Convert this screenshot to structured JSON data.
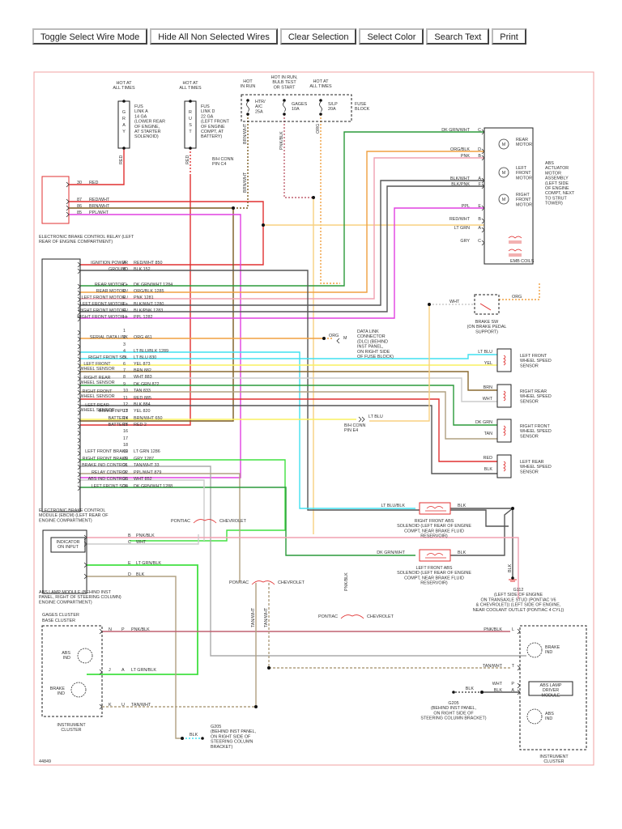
{
  "toolbar": {
    "buttons": [
      {
        "id": "toggle",
        "label": "Toggle Select Wire Mode"
      },
      {
        "id": "hide",
        "label": "Hide All Non Selected Wires"
      },
      {
        "id": "clear",
        "label": "Clear Selection"
      },
      {
        "id": "color",
        "label": "Select Color"
      },
      {
        "id": "search",
        "label": "Search Text"
      },
      {
        "id": "print",
        "label": "Print"
      }
    ]
  },
  "colors": {
    "frame": "#f0a0a0",
    "red": "#e03030",
    "pink": "#f0a0b0",
    "pnkblk": "#c06070",
    "brnwht": "#7a5a20",
    "ppl": "#e040e0",
    "dkgrn": "#2a9a3a",
    "ltgrn": "#40e040",
    "org": "#f0a040",
    "yel": "#f8f060",
    "ltblu": "#40e0f0",
    "gray": "#555555",
    "wht": "#cccccc",
    "tan": "#b0a080",
    "brn": "#8a6a30",
    "gry": "#aaaaaa",
    "redwht": "#f8d080"
  },
  "top": {
    "hot_gray": [
      "HOT AT",
      "ALL TIMES"
    ],
    "hot_rust": [
      "HOT AT",
      "ALL TIMES"
    ],
    "hot_run": [
      "HOT",
      "IN RUN"
    ],
    "hot_bulb": [
      "HOT IN RUN,",
      "BULB TEST",
      "OR START"
    ],
    "hot_slp": [
      "HOT AT",
      "ALL TIMES"
    ],
    "fus_a": [
      "FUS",
      "LINK A",
      "14 GA",
      "(LOWER REAR",
      "OF ENGINE,",
      "AT STARTER",
      "SOLENOID)"
    ],
    "fus_d": [
      "FUS",
      "LINK D",
      "22 GA",
      "(LEFT FRONT",
      "OF ENGINE",
      "COMPT, AT",
      "BATTERY)"
    ],
    "fuse_gray_letters": [
      "G",
      "R",
      "A",
      "Y"
    ],
    "fuse_rust_letters": [
      "R",
      "U",
      "S",
      "T"
    ],
    "fuse1": [
      "HTR/",
      "A/C",
      "25A"
    ],
    "fuse2": [
      "GAGES",
      "10A"
    ],
    "fuse3": [
      "S/LP",
      "20A"
    ],
    "fuse_block": [
      "FUSE",
      "BLOCK"
    ],
    "wire_red": "RED",
    "wire_red2": "RED",
    "wire_brnwht": "BRN/WHT",
    "wire_pnkblk": "PNK/BLK",
    "wire_org": "ORG",
    "bh_c4": [
      "B/H CONN",
      "PIN C4"
    ]
  },
  "relay": {
    "pins": [
      {
        "num": "30",
        "wire": "RED"
      },
      {
        "num": "87",
        "wire": "RED/WHT"
      },
      {
        "num": "86",
        "wire": "BRN/WHT"
      },
      {
        "num": "85",
        "wire": "PPL/WHT"
      }
    ],
    "caption": [
      "ELECTRONIC BRAKE CONTROL RELAY (LEFT",
      "REAR OF ENGINE COMPARTMENT)"
    ]
  },
  "actuator": {
    "pins": [
      {
        "wire": "DK GRN/WHT",
        "pin": "C"
      },
      {
        "wire": "ORG/BLK",
        "pin": "D"
      },
      {
        "wire": "PNK",
        "pin": "B"
      },
      {
        "wire": "BLK/WHT",
        "pin": "A"
      },
      {
        "wire": "BLK/PNK",
        "pin": "F"
      },
      {
        "wire": "PPL",
        "pin": "E"
      },
      {
        "wire": "RED/WHT",
        "pin": "B"
      },
      {
        "wire": "LT GRN",
        "pin": "A"
      },
      {
        "wire": "GRY",
        "pin": "C"
      }
    ],
    "rear_motor": [
      "REAR",
      "MOTOR"
    ],
    "lf_motor": [
      "LEFT",
      "FRONT",
      "MOTOR"
    ],
    "rf_motor": [
      "RIGHT",
      "FRONT",
      "MOTOR"
    ],
    "motor_symbol": "M",
    "emb": "EMB COILS",
    "caption": [
      "ABS",
      "ACTUATOR",
      "MOTOR",
      "ASSEMBLY",
      "(LEFT SIDE",
      "OF ENGINE",
      "COMPT, NEXT",
      "TO STRUT",
      "TOWER)"
    ]
  },
  "ebcm": {
    "rows": [
      {
        "label": "IGNITION POWER",
        "pin": "A",
        "wire": "RED/WHT 850"
      },
      {
        "label": "GROUND",
        "pin": "B",
        "wire": "BLK 152"
      },
      {
        "label": "REAR MOTOR +",
        "pin": "C",
        "wire": "DK GRN/WHT 1284"
      },
      {
        "label": "REAR MOTOR /",
        "pin": "D",
        "wire": "ORG/BLK 1285"
      },
      {
        "label": "LEFT FRONT MOTOR /",
        "pin": "E",
        "wire": "PNK 1281"
      },
      {
        "label": "LEFT FRONT MOTOR +",
        "pin": "F",
        "wire": "BLK/WHT 1280"
      },
      {
        "label": "RIGHT FRONT MOTOR /",
        "pin": "G",
        "wire": "BLK/PNK 1283"
      },
      {
        "label": "RIGHT FRONT MOTOR +",
        "pin": "H",
        "wire": "PPL 1282"
      },
      {
        "label": "",
        "pin": "1",
        "wire": ""
      },
      {
        "label": "SERIAL DATA LINK",
        "pin": "2",
        "wire": "ORG 461"
      },
      {
        "label": "",
        "pin": "3",
        "wire": ""
      },
      {
        "label": "",
        "pin": "4",
        "wire": "LT BLU/BLK 1289"
      },
      {
        "label": "RIGHT FRONT SOL",
        "pin": "5",
        "wire": "LT BLU 830"
      },
      {
        "label": "",
        "pin": "6",
        "wire": "YEL 873"
      },
      {
        "label": "",
        "pin": "7",
        "wire": "BRN 882"
      },
      {
        "label": "",
        "pin": "8",
        "wire": "WHT 883"
      },
      {
        "label": "",
        "pin": "9",
        "wire": "DK GRN 872"
      },
      {
        "label": "",
        "pin": "10",
        "wire": "TAN 833"
      },
      {
        "label": "",
        "pin": "11",
        "wire": "RED 885"
      },
      {
        "label": "",
        "pin": "12",
        "wire": "BLK 884"
      },
      {
        "label": "BRAKE INPUT",
        "pin": "13",
        "wire": "YEL 820"
      },
      {
        "label": "BATTERY",
        "pin": "14",
        "wire": "BRN/WHT 650"
      },
      {
        "label": "BATTERY",
        "pin": "15",
        "wire": "RED 2"
      },
      {
        "label": "",
        "pin": "16",
        "wire": ""
      },
      {
        "label": "",
        "pin": "17",
        "wire": ""
      },
      {
        "label": "",
        "pin": "18",
        "wire": ""
      },
      {
        "label": "LEFT FRONT BRAKE",
        "pin": "19",
        "wire": "LT GRN 1286"
      },
      {
        "label": "RIGHT FRONT BRAKE",
        "pin": "20",
        "wire": "GRY 1287"
      },
      {
        "label": "BRAKE IND CONTROL",
        "pin": "21",
        "wire": "TAN/WHT 33"
      },
      {
        "label": "RELAY CONTROL",
        "pin": "22",
        "wire": "PPL/WHT 879"
      },
      {
        "label": "ABS IND CONTROL",
        "pin": "23",
        "wire": "WHT 852"
      },
      {
        "label": "LEFT FRONT SOL",
        "pin": "24",
        "wire": "DK GRN/WHT 1288"
      }
    ],
    "sensor_groups": [
      [
        "LEFT FRONT",
        "WHEEL SENSOR"
      ],
      [
        "RIGHT REAR",
        "WHEEL SENSOR"
      ],
      [
        "RIGHT FRONT",
        "WHEEL SENSOR"
      ],
      [
        "LEFT REAR",
        "WHEEL SENSOR"
      ]
    ],
    "caption": [
      "ELECTRONIC BRAKE CONTROL",
      "MODULE (EBCM) (LEFT REAR OF",
      "ENGINE COMPARTMENT)"
    ]
  },
  "brake_sw": {
    "wire_wht": "WHT",
    "wire_org": "ORG",
    "caption": [
      "BRAKE SW",
      "(ON BRAKE PEDAL",
      "SUPPORT)"
    ]
  },
  "dlc": {
    "wire": "ORG",
    "pin": "M",
    "caption": [
      "DATA LINK",
      "CONNECTOR",
      "(DLC) (BEHIND",
      "INST PANEL,",
      "ON RIGHT SIDE",
      "OF FUSE BLOCK)"
    ]
  },
  "sensors": [
    {
      "wires": [
        "LT BLU",
        "YEL"
      ],
      "caption": [
        "LEFT FRONT",
        "WHEEL SPEED",
        "SENSOR"
      ]
    },
    {
      "wires": [
        "BRN",
        "WHT"
      ],
      "caption": [
        "RIGHT REAR",
        "WHEEL SPEED",
        "SENSOR"
      ]
    },
    {
      "wires": [
        "DK GRN",
        "TAN"
      ],
      "caption": [
        "RIGHT FRONT",
        "WHEEL SPEED",
        "SENSOR"
      ]
    },
    {
      "wires": [
        "RED",
        "BLK"
      ],
      "caption": [
        "LEFT REAR",
        "WHEEL SPEED",
        "SENSOR"
      ]
    }
  ],
  "bh_e4": {
    "wire": "LT BLU",
    "caption": [
      "B/H CONN",
      "PIN E4"
    ]
  },
  "solenoids": [
    {
      "in": "LT BLU/BLK",
      "out": "BLK",
      "caption": [
        "RIGHT FRONT ABS",
        "SOLENOID (LEFT REAR OF ENGINE",
        "COMPT, NEAR BRAKE FLUID",
        "RESERVOIR)"
      ]
    },
    {
      "in": "DK GRN/WHT",
      "out": "BLK",
      "caption": [
        "LEFT FRONT ABS",
        "SOLENOID (LEFT REAR OF ENGINE",
        "COMPT, NEAR BRAKE FLUID",
        "RESERVOIR)"
      ]
    }
  ],
  "g112": {
    "wire": "BLK",
    "caption": [
      "G112",
      "(LEFT SIDE OF ENGINE",
      "ON TRANSAXLE STUD (PONTIAC V6",
      "& CHEVROLET)) (LEFT SIDE OF ENGINE,",
      "NEAR COOLANT OUTLET (PONTIAC 4 CYL))"
    ]
  },
  "variants": {
    "pontiac": "PONTIAC",
    "chevrolet": "CHEVROLET"
  },
  "abs_lamp_module": {
    "box": [
      "INDICATOR",
      "ON INPUT"
    ],
    "pins": [
      {
        "pin": "B",
        "wire": "PNK/BLK"
      },
      {
        "pin": "C",
        "wire": "WHT"
      },
      {
        "pin": "E",
        "wire": "LT GRN/BLK"
      },
      {
        "pin": "D",
        "wire": "BLK"
      }
    ],
    "caption": [
      "ABS LAMP MODULE (BEHIND INST",
      "PANEL, RIGHT OF STEERING COLUMN)",
      "ENGINE COMPARTMENT)"
    ]
  },
  "wire_labels": {
    "pnkblk": "PNK/BLK",
    "tanwht": "TAN/WHT",
    "blk": "BLK"
  },
  "left_cluster": {
    "gages": "GAGES CLUSTER",
    "base": "BASE CLUSTER",
    "abs_ind": [
      "ABS",
      "IND"
    ],
    "brake_ind": [
      "BRAKE",
      "IND"
    ],
    "rows": [
      {
        "a": "N",
        "b": "P",
        "wire": "PNK/BLK"
      },
      {
        "a": "J",
        "b": "A",
        "wire": "LT GRN/BLK"
      },
      {
        "a": "K",
        "b": "U",
        "wire": "TAN/WHT"
      }
    ],
    "caption": [
      "INSTRUMENT",
      "CLUSTER"
    ]
  },
  "g205_left": {
    "wire": "BLK",
    "caption": [
      "G205",
      "(BEHIND INST PANEL,",
      "ON RIGHT SIDE OF",
      "STEERING COLUMN",
      "BRACKET)"
    ]
  },
  "right_cluster": {
    "rows": [
      {
        "wire": "PNK/BLK",
        "pin": "L"
      },
      {
        "wire": "TAN/WHT",
        "pin": "T"
      },
      {
        "wire": "WHT",
        "pin": "P"
      },
      {
        "wire": "BLK",
        "pin": "A"
      }
    ],
    "driver": [
      "ABS LAMP",
      "DRIVER",
      "MODULE"
    ],
    "brake_ind": [
      "BRAKE",
      "IND"
    ],
    "abs_ind": [
      "ABS",
      "IND"
    ],
    "caption": [
      "INSTRUMENT",
      "CLUSTER"
    ]
  },
  "g205_right": {
    "wire": "BLK",
    "caption": [
      "G205",
      "(BEHIND INST PANEL,",
      "ON RIGHT SIDE OF",
      "STEERING COLUMN BRACKET)"
    ]
  },
  "footer_code": "44849"
}
